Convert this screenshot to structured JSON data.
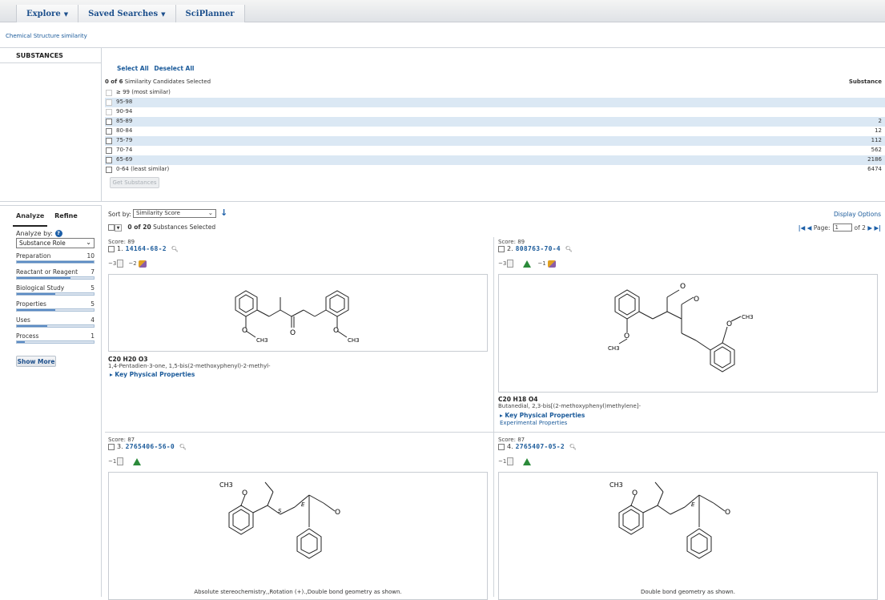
{
  "nav": {
    "explore": "Explore",
    "saved_searches": "Saved Searches",
    "sciplanner": "SciPlanner"
  },
  "breadcrumb": "Chemical Structure similarity",
  "substances_title": "SUBSTANCES",
  "select_all": "Select All",
  "deselect_all": "Deselect All",
  "candidates": {
    "count_bold": "0 of 6",
    "count_text": "Similarity Candidates Selected",
    "right_header": "Substance",
    "rows": [
      {
        "label": "≥ 99 (most similar)",
        "count": "",
        "disabled": true
      },
      {
        "label": "95-98",
        "count": "",
        "disabled": true
      },
      {
        "label": "90-94",
        "count": "",
        "disabled": true
      },
      {
        "label": "85-89",
        "count": "2",
        "disabled": false
      },
      {
        "label": "80-84",
        "count": "12",
        "disabled": false
      },
      {
        "label": "75-79",
        "count": "112",
        "disabled": false
      },
      {
        "label": "70-74",
        "count": "562",
        "disabled": false
      },
      {
        "label": "65-69",
        "count": "2186",
        "disabled": false
      },
      {
        "label": "0-64 (least similar)",
        "count": "6474",
        "disabled": false
      }
    ]
  },
  "get_substances": "Get Substances",
  "left_panel": {
    "tab_analyze": "Analyze",
    "tab_refine": "Refine",
    "analyze_by": "Analyze by:",
    "select_value": "Substance Role",
    "facets": [
      {
        "name": "Preparation",
        "count": "10",
        "fraction": 1.0
      },
      {
        "name": "Reactant or Reagent",
        "count": "7",
        "fraction": 0.7
      },
      {
        "name": "Biological Study",
        "count": "5",
        "fraction": 0.5
      },
      {
        "name": "Properties",
        "count": "5",
        "fraction": 0.5
      },
      {
        "name": "Uses",
        "count": "4",
        "fraction": 0.4
      },
      {
        "name": "Process",
        "count": "1",
        "fraction": 0.1
      }
    ],
    "show_more": "Show More"
  },
  "results": {
    "sort_by_label": "Sort by:",
    "sort_value": "Similarity Score",
    "display_options": "Display Options",
    "selected_bold": "0 of 20",
    "selected_text": "Substances Selected",
    "pager": {
      "page_label": "Page:",
      "page": "1",
      "of": "of 2"
    },
    "cards": [
      {
        "score_label": "Score:",
        "score": "89",
        "index": "1.",
        "cas": "14164-68-2",
        "ref_count": "~3",
        "reaction_count": "~2",
        "formula": "C20 H20 O3",
        "name": "1,4-Pentadien-3-one, 1,5-bis(2-methoxyphenyl)-2-methyl-",
        "kpp": "Key Physical Properties"
      },
      {
        "score_label": "Score:",
        "score": "89",
        "index": "2.",
        "cas": "808763-70-4",
        "ref_count": "~3",
        "reaction_count": "~1",
        "formula": "C20 H18 O4",
        "name": "Butanedial, 2,3-bis[(2-methoxyphenyl)methylene]-",
        "kpp": "Key Physical Properties",
        "exp": "Experimental Properties"
      },
      {
        "score_label": "Score:",
        "score": "87",
        "index": "3.",
        "cas": "2765406-56-0",
        "ref_count": "~1",
        "stereo_note": "Absolute stereochemistry,,Rotation (+).,Double bond geometry as shown."
      },
      {
        "score_label": "Score:",
        "score": "87",
        "index": "4.",
        "cas": "2765407-05-2",
        "ref_count": "~1",
        "stereo_note": "Double bond geometry as shown."
      }
    ],
    "struct_labels": {
      "ch3": "CH3",
      "o": "O",
      "s": "S",
      "e": "E"
    }
  }
}
